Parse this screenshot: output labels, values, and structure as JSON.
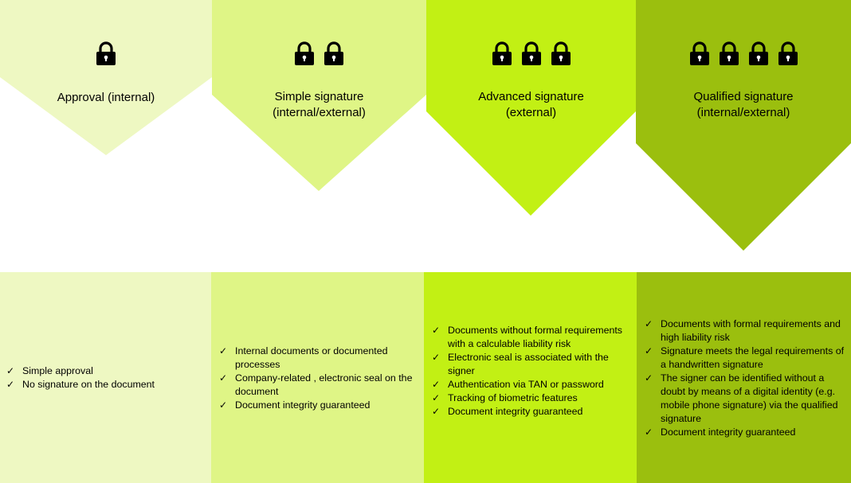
{
  "colors": {
    "level1": "#eef8c2",
    "level2": "#dff586",
    "level3": "#c2f014",
    "level4": "#9bbf0e",
    "lock": "#000000"
  },
  "icons": {
    "lock": "lock-icon",
    "check": "checkmark-icon"
  },
  "check_glyph": "✓",
  "levels": [
    {
      "id": "approval",
      "lock_count": 1,
      "title_lines": [
        "Approval (internal)"
      ],
      "items": [
        "Simple approval",
        "No signature on the document"
      ]
    },
    {
      "id": "simple",
      "lock_count": 2,
      "title_lines": [
        "Simple signature",
        "(internal/external)"
      ],
      "items": [
        "Internal documents or documented processes",
        "Company-related , electronic seal on the document",
        "Document integrity guaranteed"
      ]
    },
    {
      "id": "advanced",
      "lock_count": 3,
      "title_lines": [
        "Advanced signature",
        "(external)"
      ],
      "items": [
        "Documents without formal requirements with a calculable liability risk",
        "Electronic seal is associated with the signer",
        "Authentication via TAN or password",
        "Tracking of biometric features",
        "Document integrity guaranteed"
      ]
    },
    {
      "id": "qualified",
      "lock_count": 4,
      "title_lines": [
        "Qualified signature",
        "(internal/external)"
      ],
      "items": [
        "Documents with formal requirements and high liability risk",
        "Signature meets the legal requirements of a handwritten signature",
        "The signer can be identified without a doubt by means of a digital identity (e.g. mobile phone signature) via the qualified signature",
        "Document integrity guaranteed"
      ]
    }
  ]
}
